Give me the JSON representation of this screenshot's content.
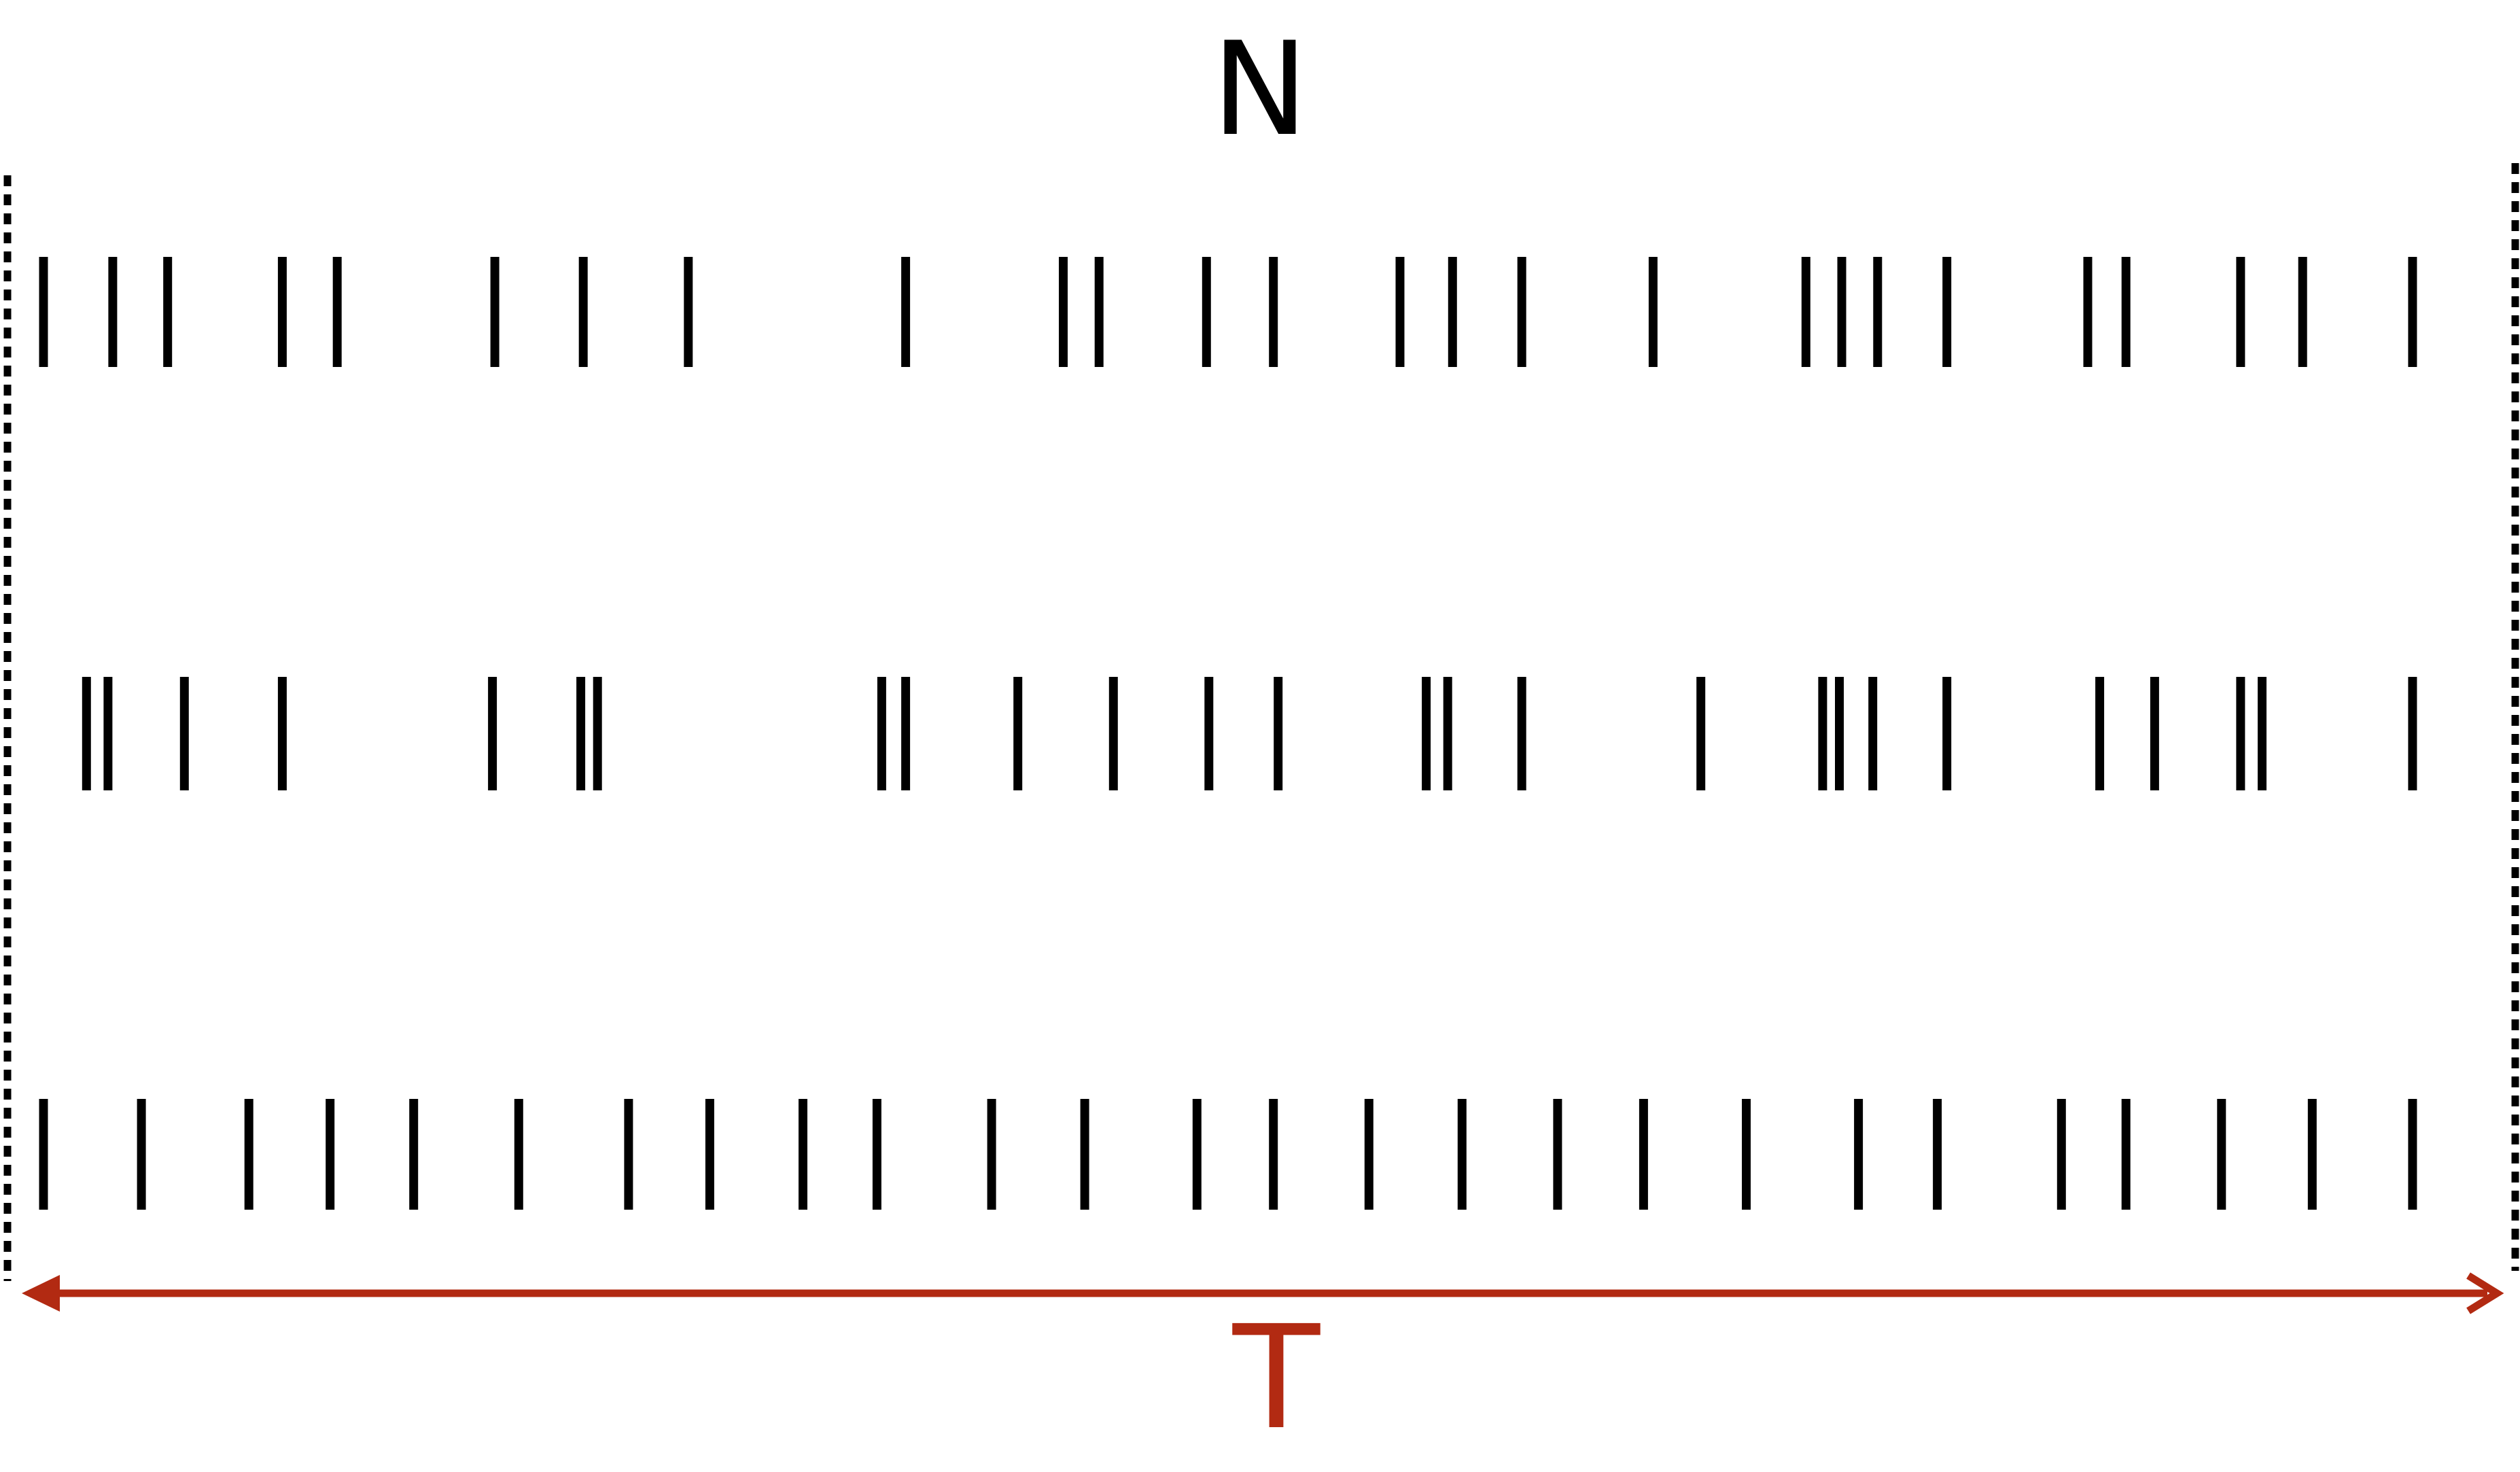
{
  "labels": {
    "count_label": "N",
    "duration_label": "T"
  },
  "colors": {
    "spike": "#000000",
    "bracket": "#000000",
    "arrow": "#b22a12",
    "background": "#ffffff"
  },
  "spike_trains": [
    {
      "spike_times": [
        0.0,
        0.029,
        0.052,
        0.1,
        0.123,
        0.189,
        0.226,
        0.27,
        0.361,
        0.427,
        0.442,
        0.487,
        0.515,
        0.568,
        0.59,
        0.619,
        0.674,
        0.738,
        0.753,
        0.768,
        0.797,
        0.856,
        0.872,
        0.92,
        0.946,
        0.992
      ]
    },
    {
      "spike_times": [
        0.018,
        0.027,
        0.059,
        0.1,
        0.188,
        0.225,
        0.232,
        0.351,
        0.361,
        0.408,
        0.448,
        0.488,
        0.517,
        0.579,
        0.588,
        0.619,
        0.694,
        0.745,
        0.752,
        0.766,
        0.797,
        0.861,
        0.884,
        0.92,
        0.929,
        0.992
      ]
    },
    {
      "spike_times": [
        0.0,
        0.041,
        0.086,
        0.12,
        0.155,
        0.199,
        0.245,
        0.279,
        0.318,
        0.349,
        0.397,
        0.436,
        0.483,
        0.515,
        0.555,
        0.594,
        0.634,
        0.67,
        0.713,
        0.76,
        0.793,
        0.845,
        0.872,
        0.912,
        0.95,
        0.992
      ]
    }
  ]
}
